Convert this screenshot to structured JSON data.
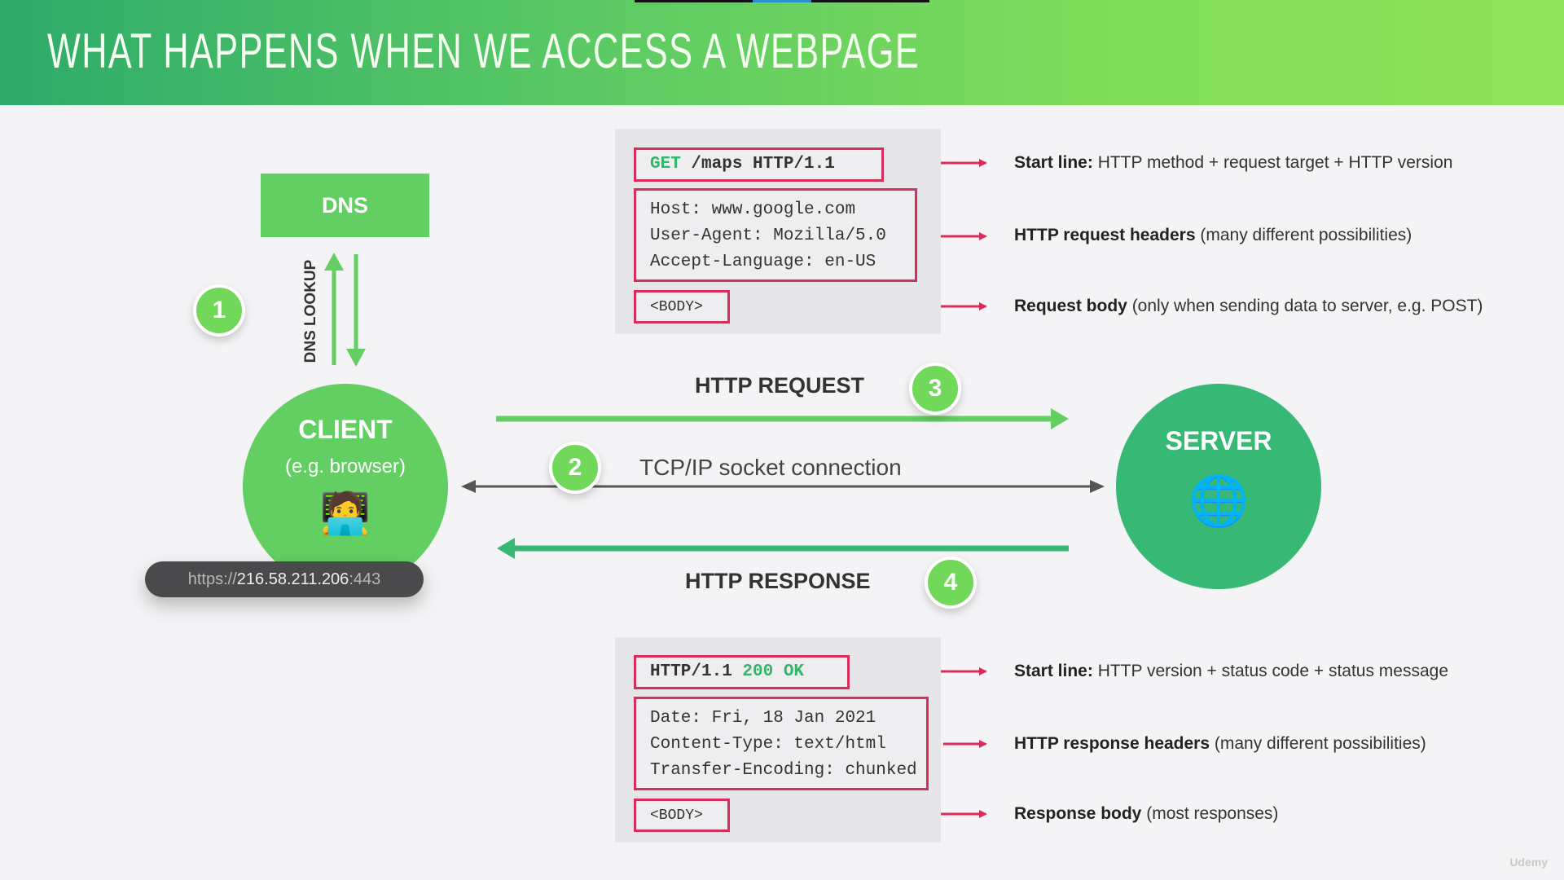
{
  "title": "WHAT HAPPENS WHEN WE ACCESS A WEBPAGE",
  "dns": {
    "label": "DNS",
    "lookup_label": "DNS LOOKUP"
  },
  "client": {
    "title": "CLIENT",
    "subtitle": "(e.g. browser)",
    "emoji": "🧑‍💻",
    "url_scheme": "https://",
    "url_host": "216.58.211.206",
    "url_port": ":443"
  },
  "server": {
    "title": "SERVER",
    "icon": "🌐"
  },
  "steps": {
    "one": "1",
    "two": "2",
    "three": "3",
    "four": "4"
  },
  "flows": {
    "request": "HTTP REQUEST",
    "tcp": "TCP/IP socket connection",
    "response": "HTTP RESPONSE"
  },
  "request": {
    "start_method": "GET",
    "start_rest": " /maps HTTP/1.1",
    "headers": [
      "Host: www.google.com",
      "User-Agent: Mozilla/5.0",
      "Accept-Language: en-US"
    ],
    "body": "<BODY>",
    "annotations": {
      "start": {
        "bold": "Start line:",
        "text": " HTTP method + request target + HTTP version"
      },
      "headers": {
        "bold": "HTTP request headers",
        "text": " (many different possibilities)"
      },
      "body": {
        "bold": "Request body",
        "text": " (only when sending data to server, e.g. POST)"
      }
    }
  },
  "response": {
    "start_version": "HTTP/1.1 ",
    "start_status": "200 OK",
    "headers": [
      "Date: Fri, 18 Jan 2021",
      "Content-Type: text/html",
      "Transfer-Encoding: chunked"
    ],
    "body": "<BODY>",
    "annotations": {
      "start": {
        "bold": "Start line:",
        "text": " HTTP version + status code + status message"
      },
      "headers": {
        "bold": "HTTP response headers",
        "text": " (many different possibilities)"
      },
      "body": {
        "bold": "Response body",
        "text": " (most responses)"
      }
    }
  },
  "watermark": "Udemy",
  "colors": {
    "green": "#63cf63",
    "dark_green": "#37b874",
    "accent_red": "#d82e5b",
    "arrow_gray": "#555555"
  }
}
